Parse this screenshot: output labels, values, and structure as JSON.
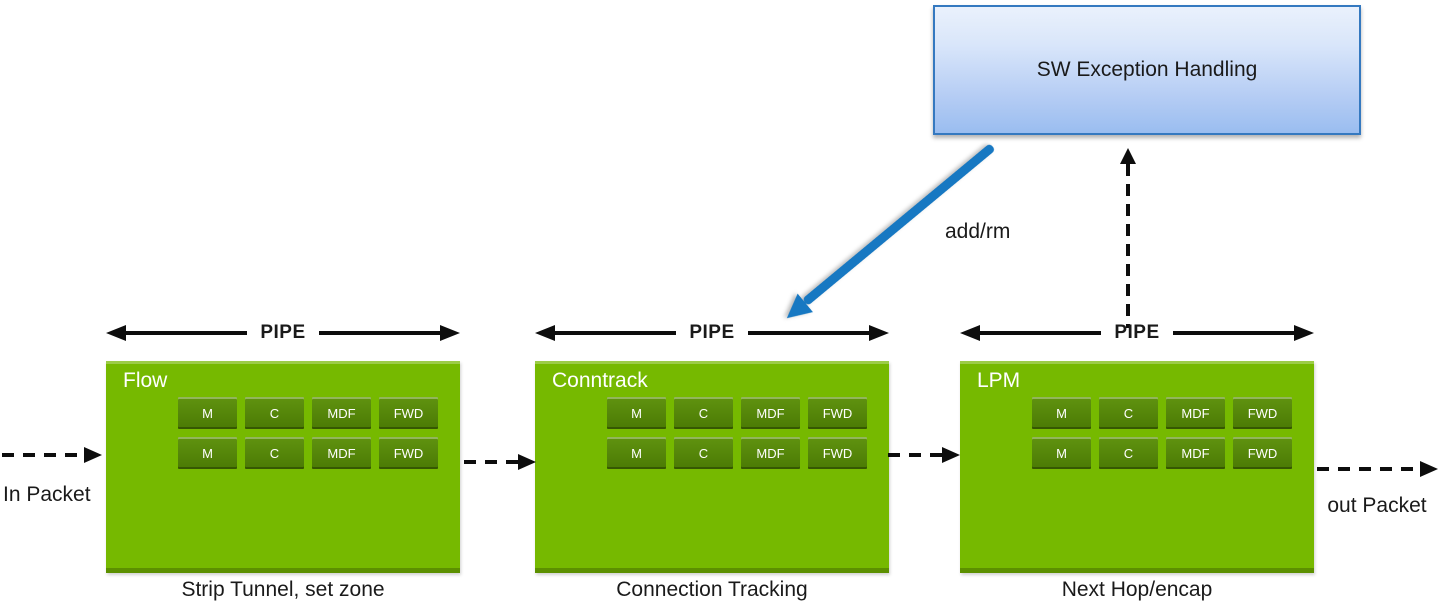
{
  "exception_box": {
    "label": "SW Exception Handling"
  },
  "labels": {
    "add_rm": "add/rm",
    "in_packet": "In Packet",
    "out_packet": "out Packet"
  },
  "stages": [
    {
      "name": "Flow",
      "pipe_label": "PIPE",
      "caption": "Strip Tunnel, set zone",
      "cells": [
        [
          "M",
          "C",
          "MDF",
          "FWD"
        ],
        [
          "M",
          "C",
          "MDF",
          "FWD"
        ]
      ]
    },
    {
      "name": "Conntrack",
      "pipe_label": "PIPE",
      "caption": "Connection Tracking",
      "cells": [
        [
          "M",
          "C",
          "MDF",
          "FWD"
        ],
        [
          "M",
          "C",
          "MDF",
          "FWD"
        ]
      ]
    },
    {
      "name": "LPM",
      "pipe_label": "PIPE",
      "caption": "Next Hop/encap",
      "cells": [
        [
          "M",
          "C",
          "MDF",
          "FWD"
        ],
        [
          "M",
          "C",
          "MDF",
          "FWD"
        ]
      ]
    }
  ],
  "colors": {
    "stage_green": "#76b900",
    "cell_green": "#4b7a04",
    "exception_border": "#3579c0",
    "exception_fill_top": "#eaf1fc",
    "exception_fill_bottom": "#9abdf0",
    "arrow_blue": "#1778c2",
    "arrow_black": "#0d0d0d"
  }
}
